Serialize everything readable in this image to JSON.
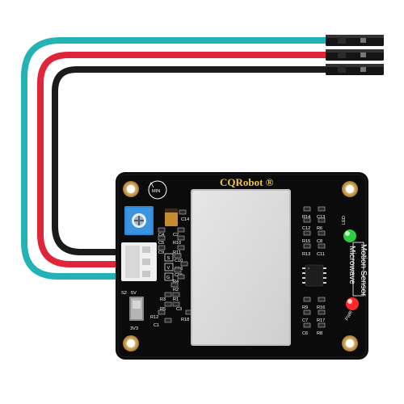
{
  "brand": "CQRobot ®",
  "labels": {
    "min": "MIN",
    "led": "LED",
    "pwr": "PWR",
    "module_line1": "Motion Sensor",
    "module_line2": "Microwave",
    "s2": "S2",
    "v5": "5V",
    "v33": "3V3",
    "pin_s": "S",
    "pin_v": "V",
    "pin_g": "G"
  },
  "components": {
    "left": [
      "C4",
      "C2",
      "C5",
      "R10",
      "C9",
      "R11",
      "C10",
      "C16",
      "C15",
      "R4",
      "R2",
      "R3",
      "R1",
      "R5",
      "R12",
      "C1",
      "C3",
      "R18",
      "C14"
    ],
    "right": [
      "R14",
      "C13",
      "C12",
      "R6",
      "R15",
      "C8",
      "R13",
      "C11",
      "R9",
      "R16",
      "C7",
      "R17",
      "C6",
      "R8"
    ]
  },
  "colors": {
    "pcb": "#0b0b0b",
    "wire_cyan": "#23b3b6",
    "wire_red": "#e0243a",
    "wire_black": "#1b1b1b",
    "radar_panel": "#dcdcdc",
    "led_green": "#2ecc40",
    "led_red": "#ff2a2a",
    "pot_blue": "#2f86d1",
    "mount_gold": "#c89a4a"
  }
}
